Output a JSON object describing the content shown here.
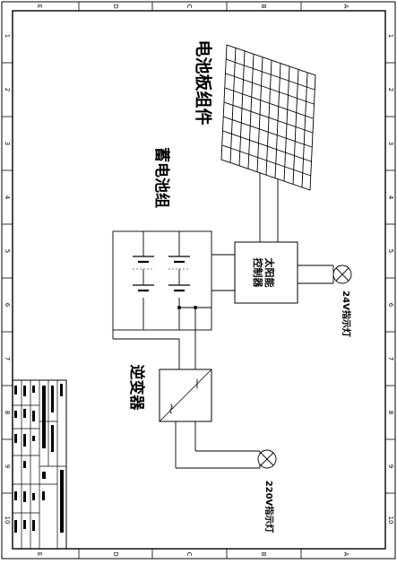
{
  "frame": {
    "top_letters": [
      "E",
      "D",
      "C",
      "B",
      "A"
    ],
    "bottom_letters": [
      "E",
      "D",
      "C",
      "B",
      "A"
    ],
    "left_numbers": [
      "1",
      "2",
      "3",
      "4",
      "5",
      "6",
      "7",
      "8",
      "9",
      "10"
    ],
    "right_numbers": [
      "1",
      "2",
      "3",
      "4",
      "5",
      "6",
      "7",
      "8",
      "9",
      "10"
    ]
  },
  "labels": {
    "solar_panel": "电池板组件",
    "battery": "蓄电池组",
    "controller_line1": "太阳能",
    "controller_line2": "控制器",
    "lamp_24v": "24V指示灯",
    "inverter": "逆变器",
    "lamp_220v": "220V指示灯",
    "inverter_dc": "—",
    "inverter_ac": "～"
  }
}
